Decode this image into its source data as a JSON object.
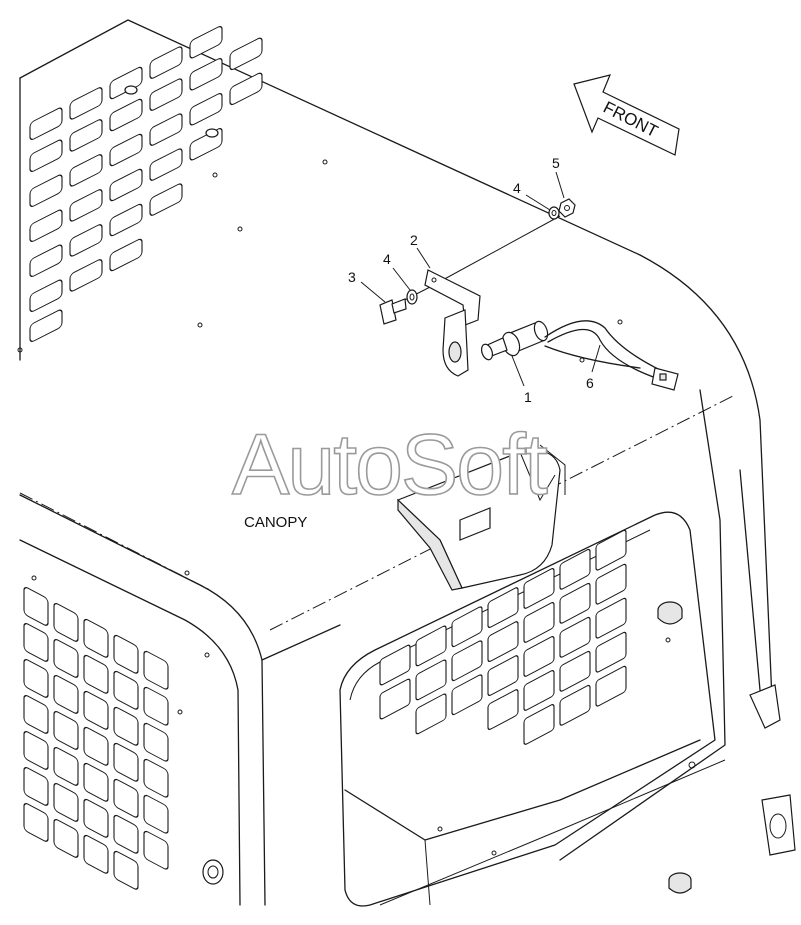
{
  "callouts": [
    {
      "id": "1",
      "text": "1"
    },
    {
      "id": "2",
      "text": "2"
    },
    {
      "id": "3",
      "text": "3"
    },
    {
      "id": "4a",
      "text": "4"
    },
    {
      "id": "4b",
      "text": "4"
    },
    {
      "id": "5",
      "text": "5"
    },
    {
      "id": "6",
      "text": "6"
    }
  ],
  "direction_arrow": {
    "label": "FRONT"
  },
  "assembly_label": "CANOPY",
  "watermark": "AutoSoft"
}
